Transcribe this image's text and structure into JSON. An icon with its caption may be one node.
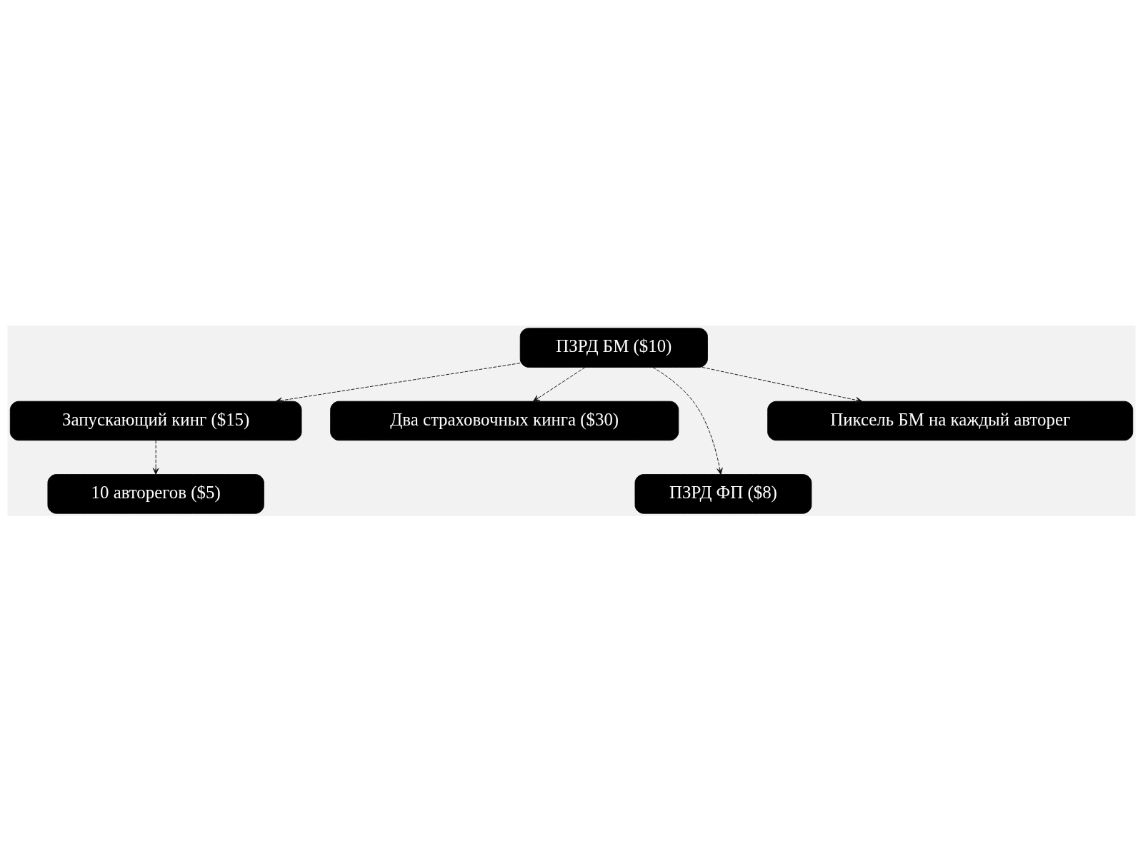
{
  "diagram": {
    "nodes": [
      {
        "text": [
          "ПЗРД БМ ($10)"
        ]
      },
      {
        "text": [
          "Запускающий кинг ($15)"
        ]
      },
      {
        "text": [
          "Два страховочных кинга ($30)"
        ]
      },
      {
        "text": [
          "10 авторегов ($5)"
        ]
      },
      {
        "text": [
          "ПЗРД ФП ($8)"
        ]
      },
      {
        "text": [
          "Пиксель БМ на каждый авторег"
        ]
      }
    ],
    "edges": [
      {
        "from": 0,
        "to": 1,
        "arrow": "to",
        "style": "dashed"
      },
      {
        "from": 0,
        "to": 2,
        "arrow": "to",
        "style": "dashed"
      },
      {
        "from": 1,
        "to": 3,
        "arrow": "to",
        "style": "dashed"
      },
      {
        "from": 0,
        "to": 4,
        "arrow": "to",
        "style": "dashed"
      },
      {
        "from": 0,
        "to": 5,
        "arrow": "to",
        "style": "dashed"
      }
    ]
  }
}
